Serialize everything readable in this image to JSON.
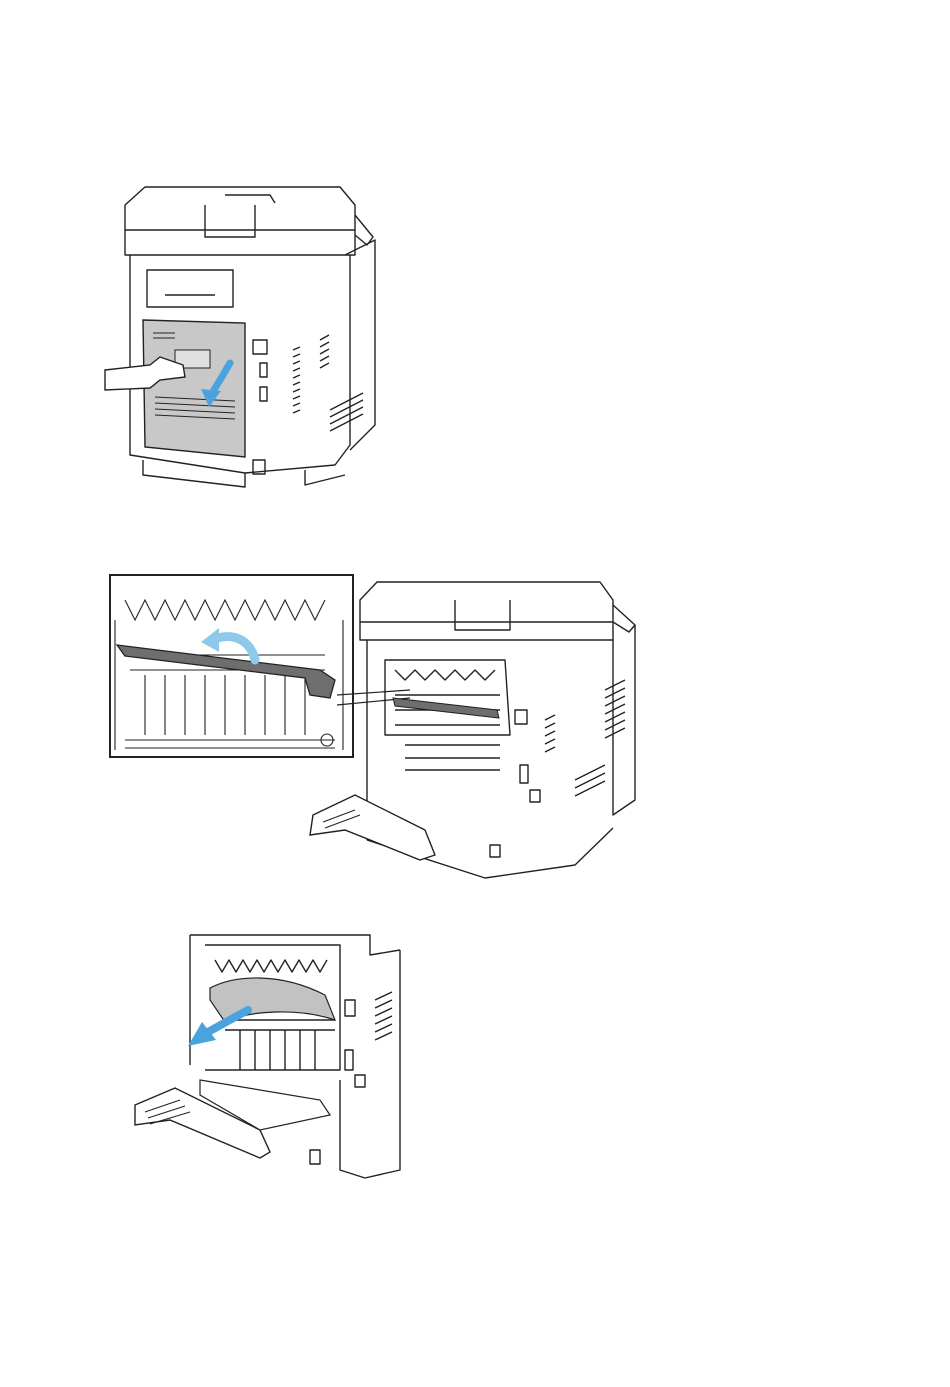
{
  "page": {
    "background": "#ffffff"
  },
  "figures": [
    {
      "id": "step-open-rear-door",
      "arrow_color": "#4aa3dc",
      "icon": "printer-rear-door-open-arrow"
    },
    {
      "id": "step-raise-fuser-lever",
      "arrow_color": "#8ec9ea",
      "icon": "fuser-lever-up-arrow"
    },
    {
      "id": "step-remove-jammed-paper",
      "arrow_color": "#4aa3dc",
      "icon": "paper-pull-out-arrow"
    }
  ],
  "colors": {
    "line": "#222222",
    "panel_fill": "#c8c8c8",
    "lever_fill": "#6e6e6e",
    "paper_fill": "#c2c2c2",
    "accent_blue": "#4aa3dc",
    "light_blue": "#8ec9ea"
  }
}
